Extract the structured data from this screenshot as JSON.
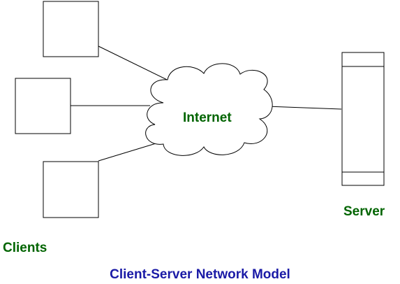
{
  "colors": {
    "label_green": "#006400",
    "title_blue": "#1a1aa6",
    "stroke": "#000000"
  },
  "labels": {
    "internet": "Internet",
    "server": "Server",
    "clients": "Clients",
    "title": "Client-Server Network Model"
  }
}
